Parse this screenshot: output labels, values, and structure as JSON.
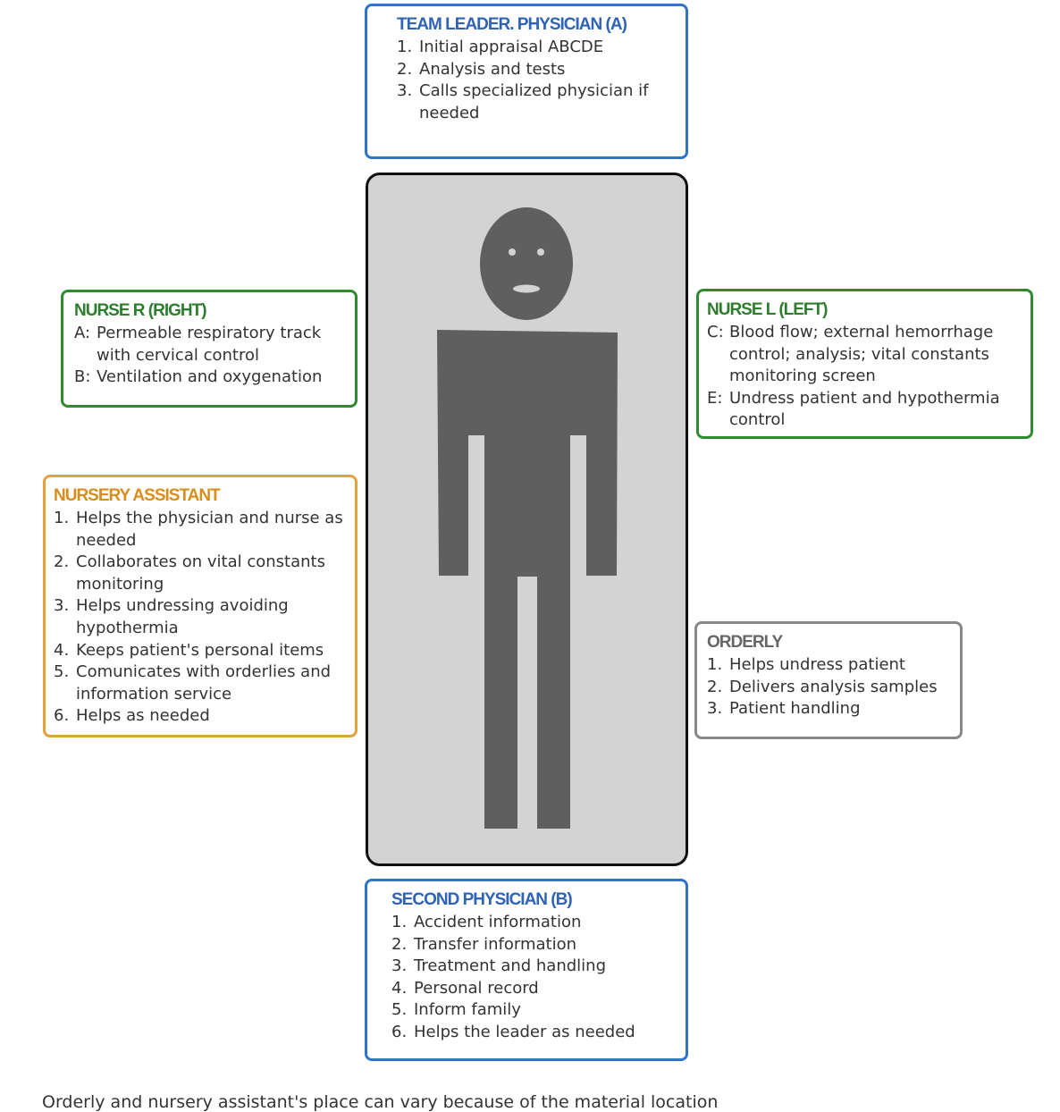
{
  "team_leader": {
    "title": "TEAM LEADER. PHYSICIAN (A)",
    "items": [
      {
        "num": "1.",
        "text": "Initial appraisal ABCDE"
      },
      {
        "num": "2.",
        "text": "Analysis and tests"
      },
      {
        "num": "3.",
        "text": "Calls specialized physician if needed"
      }
    ]
  },
  "nurse_r": {
    "title": "NURSE R (RIGHT)",
    "items": [
      {
        "num": "A:",
        "text": "Permeable respiratory track with cervical control"
      },
      {
        "num": "B:",
        "text": "Ventilation and oxygenation"
      }
    ]
  },
  "nurse_l": {
    "title": "NURSE L (LEFT)",
    "items": [
      {
        "num": "C:",
        "text": "Blood flow; external hemorrhage control; analysis; vital constants monitoring screen"
      },
      {
        "num": "E:",
        "text": "Undress patient and hypothermia control"
      }
    ]
  },
  "nursery_assistant": {
    "title": "NURSERY ASSISTANT",
    "items": [
      {
        "num": "1.",
        "text": "Helps the physician and nurse as needed"
      },
      {
        "num": "2.",
        "text": "Collaborates on vital constants monitoring"
      },
      {
        "num": "3.",
        "text": "Helps undressing avoiding hypothermia"
      },
      {
        "num": "4.",
        "text": "Keeps patient's personal items"
      },
      {
        "num": "5.",
        "text": "Comunicates with orderlies and information service"
      },
      {
        "num": "6.",
        "text": "Helps as needed"
      }
    ]
  },
  "orderly": {
    "title": "ORDERLY",
    "items": [
      {
        "num": "1.",
        "text": "Helps undress patient"
      },
      {
        "num": "2.",
        "text": "Delivers analysis samples"
      },
      {
        "num": "3.",
        "text": "Patient handling"
      }
    ]
  },
  "second_physician": {
    "title": "SECOND PHYSICIAN (B)",
    "items": [
      {
        "num": "1.",
        "text": "Accident information"
      },
      {
        "num": "2.",
        "text": "Transfer information"
      },
      {
        "num": "3.",
        "text": "Treatment and handling"
      },
      {
        "num": "4.",
        "text": "Personal record"
      },
      {
        "num": "5.",
        "text": "Inform family"
      },
      {
        "num": "6.",
        "text": "Helps the leader as needed"
      }
    ]
  },
  "footnote": "Orderly and nursery assistant's place can vary because of the material location",
  "colors": {
    "physician_blue": "#2f74c6",
    "nurse_green": "#2e8b2e",
    "assistant_orange": "#e3a23a",
    "orderly_gray": "#888888",
    "figure_gray": "#5f5f5f",
    "panel_gray": "#d3d3d3"
  }
}
